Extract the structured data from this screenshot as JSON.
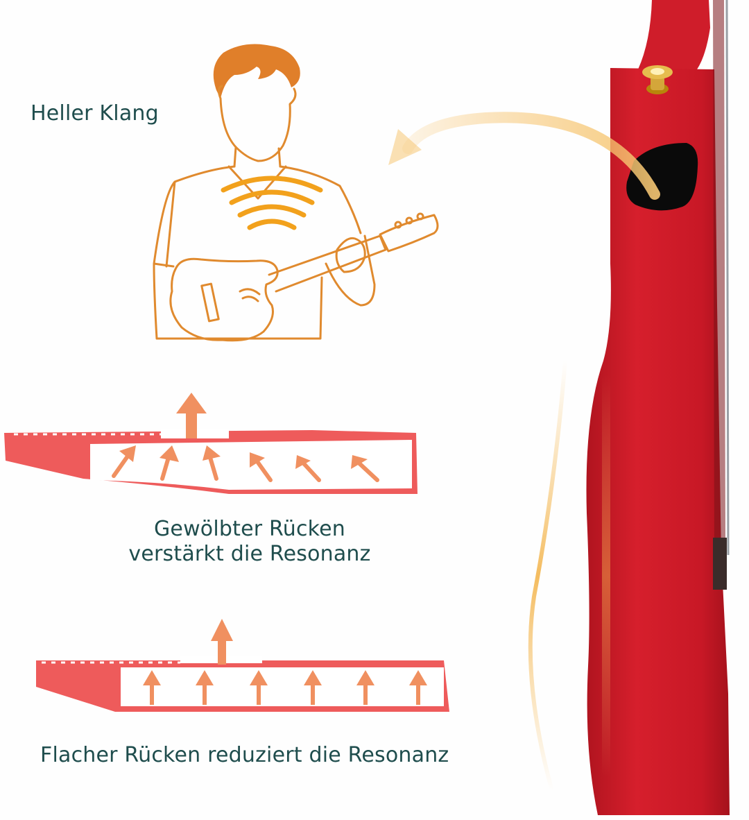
{
  "heading": "Heller Klang",
  "curved_back": {
    "caption_line1": "Gewölbter Rücken",
    "caption_line2": "verstärkt die Resonanz"
  },
  "flat_back": {
    "caption": "Flacher Rücken reduziert die Resonanz"
  },
  "colors": {
    "text": "#1f4d4d",
    "figure_outline": "#e08a2e",
    "sound_waves": "#f2a11c",
    "ukulele_body": "#d61f2c",
    "cross_section": "#ee5b5b",
    "arrows": "#f09060",
    "guide_arrow": "#f7c97a"
  },
  "icons": [
    "person-with-ukulele-icon",
    "sound-wave-icon",
    "curved-arrow-icon",
    "up-arrow-icon"
  ]
}
